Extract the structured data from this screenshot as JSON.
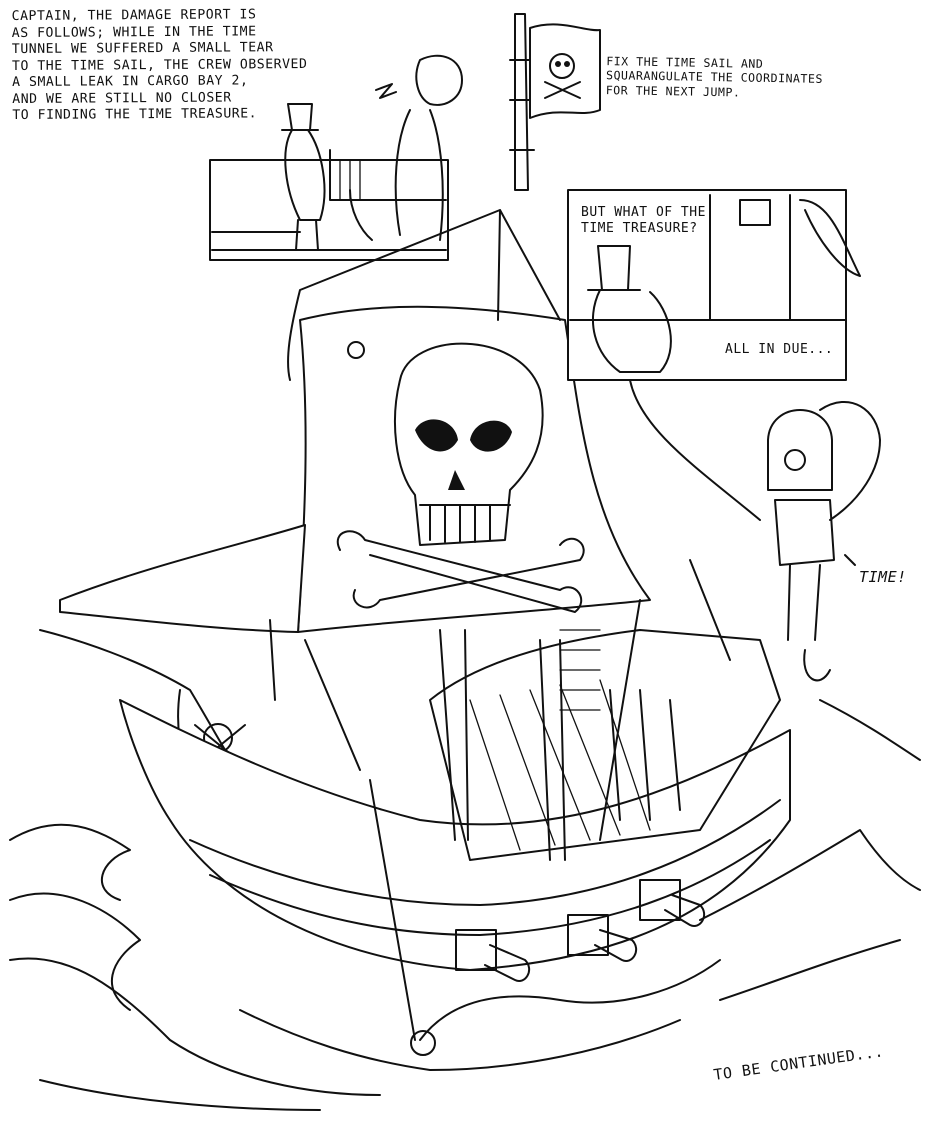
{
  "narration": {
    "lines": [
      "CAPTAIN, THE DAMAGE REPORT IS",
      "AS FOLLOWS; WHILE IN THE TIME",
      "TUNNEL WE SUFFERED A SMALL TEAR",
      "TO THE TIME SAIL, THE CREW OBSERVED",
      "A SMALL LEAK IN CARGO BAY 2,",
      "AND WE ARE STILL NO CLOSER",
      "TO FINDING THE TIME TREASURE."
    ]
  },
  "captain_speech": {
    "lines": [
      "FIX THE TIME SAIL AND",
      "SQUARANGULATE THE COORDINATES",
      "FOR THE NEXT JUMP."
    ]
  },
  "first_mate_speech": {
    "lines": [
      "BUT WHAT OF THE",
      "TIME TREASURE?"
    ]
  },
  "captain_reply": {
    "text": "ALL IN DUE..."
  },
  "crewman_shout": {
    "text": "TIME!"
  },
  "ending": {
    "text": "TO BE CONTINUED..."
  },
  "colors": {
    "ink": "#111111",
    "paper": "#ffffff"
  }
}
